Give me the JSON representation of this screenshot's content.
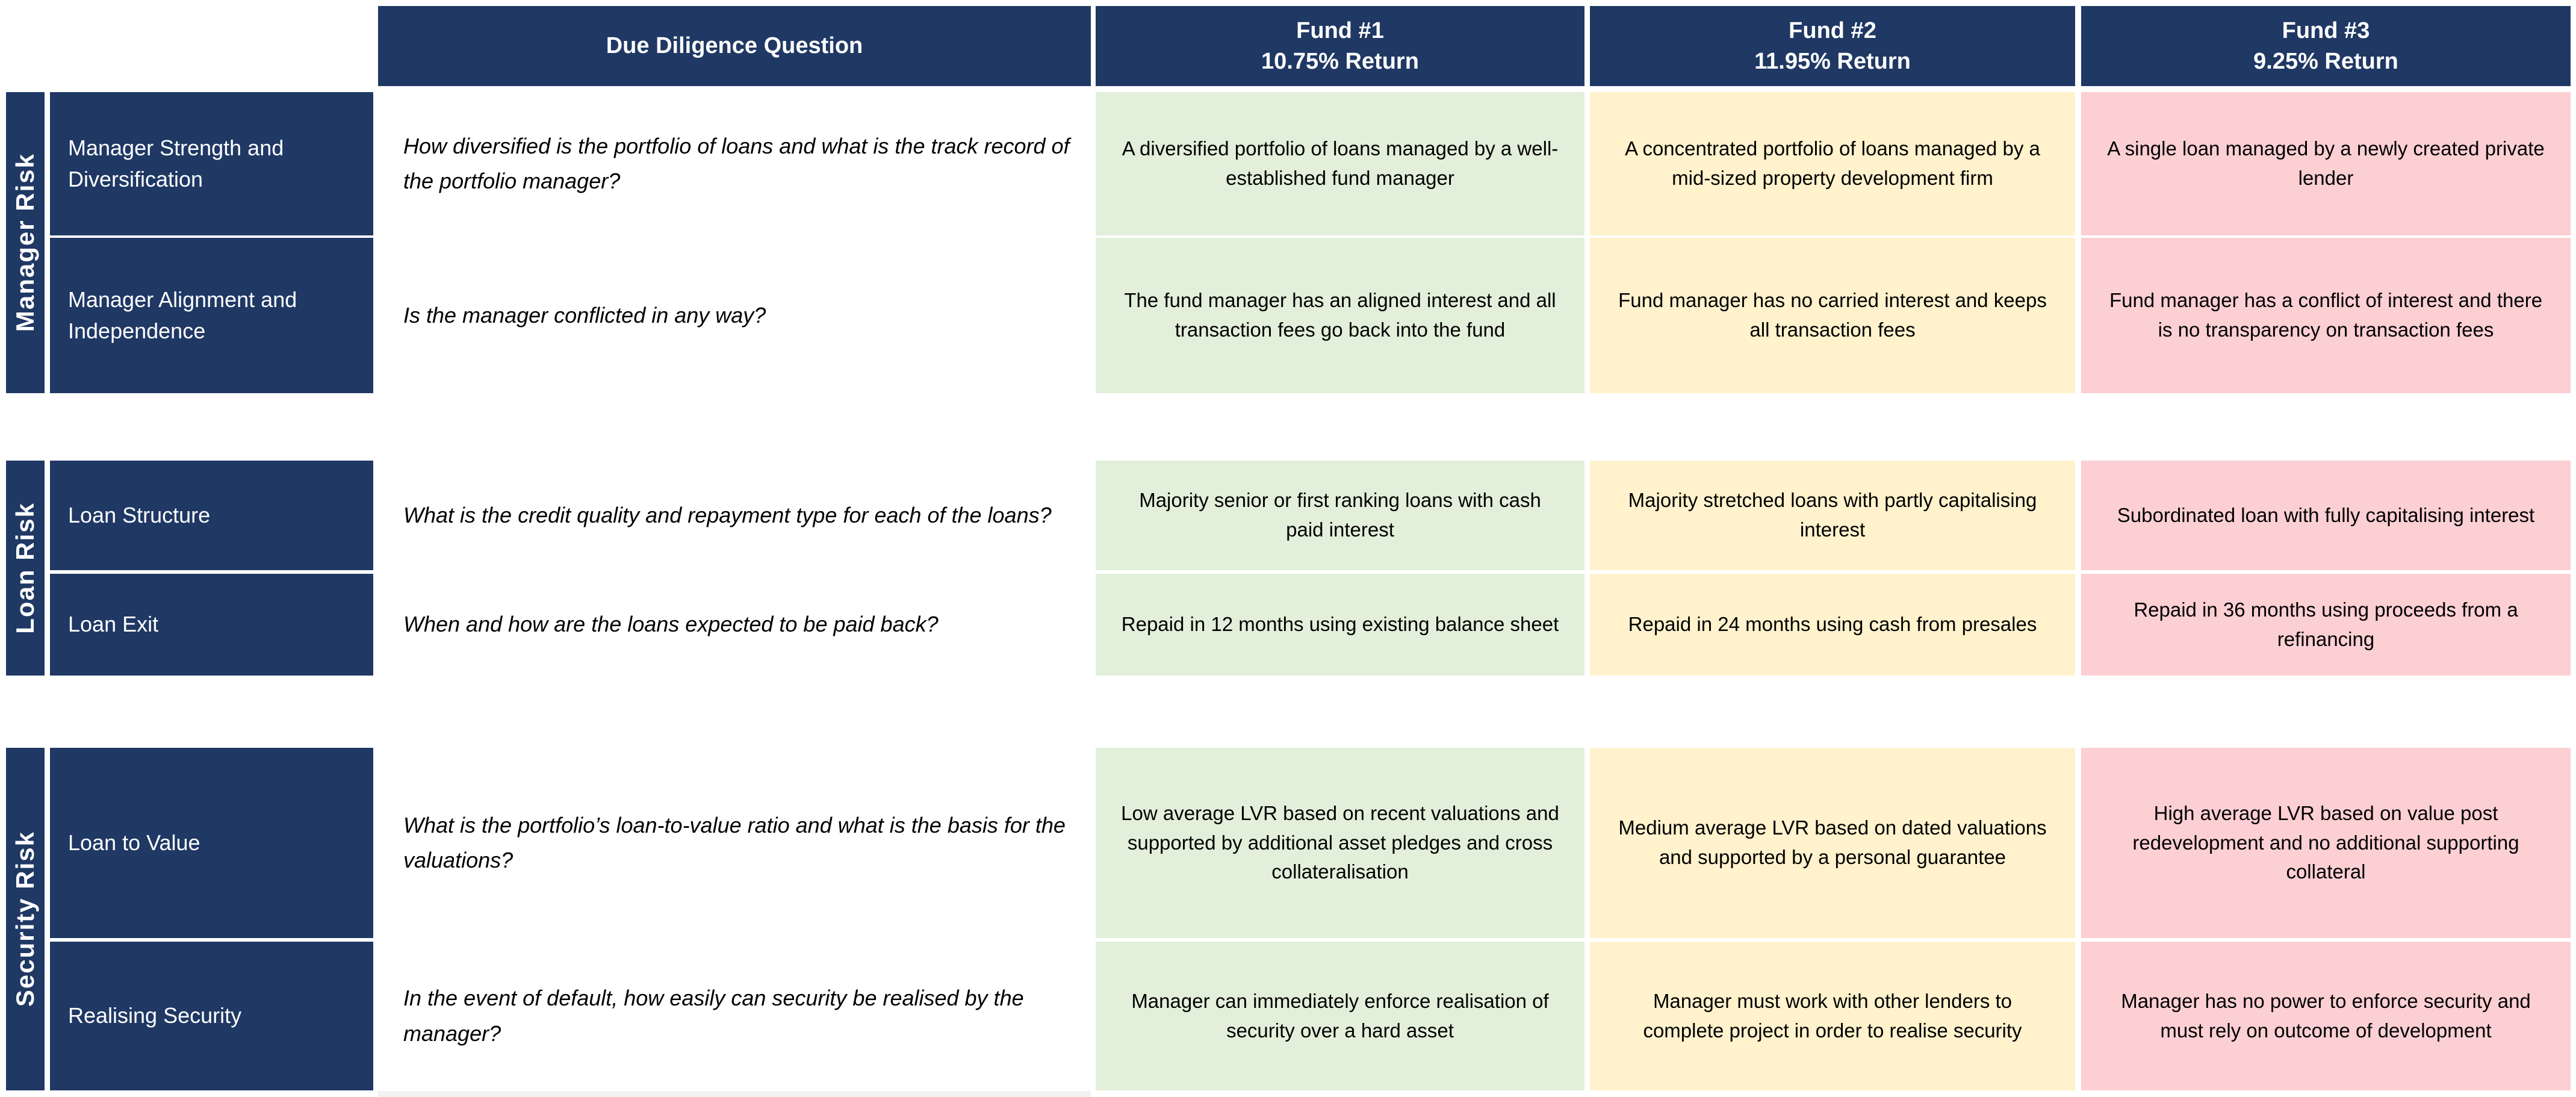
{
  "table": {
    "header": {
      "question_col": "Due Diligence Question",
      "funds": [
        {
          "name": "Fund #1",
          "return": "10.75% Return"
        },
        {
          "name": "Fund #2",
          "return": "11.95% Return"
        },
        {
          "name": "Fund #3",
          "return": "9.25% Return"
        }
      ]
    },
    "sections": [
      {
        "group": "Manager Risk",
        "rows": [
          {
            "label": "Manager Strength and Diversification",
            "question": "How diversified is the portfolio of loans and what is the track record of the portfolio manager?",
            "answers": [
              "A diversified portfolio of loans managed by a well-established fund manager",
              "A concentrated portfolio of loans managed by a mid-sized property development firm",
              "A single loan managed by a newly created private lender"
            ]
          },
          {
            "label": "Manager Alignment and Independence",
            "question": "Is the manager conflicted in any way?",
            "answers": [
              "The fund manager has an aligned interest and all transaction fees go back into the fund",
              "Fund manager has no carried interest and keeps all transaction fees",
              "Fund manager has a conflict of interest and there is no transparency on transaction fees"
            ]
          }
        ]
      },
      {
        "group": "Loan Risk",
        "rows": [
          {
            "label": "Loan Structure",
            "question": "What is the credit quality and repayment type for each of the loans?",
            "answers": [
              "Majority senior or first ranking loans with cash paid interest",
              "Majority stretched loans with partly capitalising interest",
              "Subordinated loan with fully capitalising interest"
            ]
          },
          {
            "label": "Loan Exit",
            "question": "When and how are the loans expected to be paid back?",
            "answers": [
              "Repaid in 12 months using existing balance sheet",
              "Repaid in 24 months using cash from presales",
              "Repaid in 36 months using proceeds from a refinancing"
            ]
          }
        ]
      },
      {
        "group": "Security Risk",
        "rows": [
          {
            "label": "Loan to Value",
            "question": "What is the portfolio’s loan-to-value ratio and what is the basis for the valuations?",
            "answers": [
              "Low average LVR based on recent valuations and supported by additional asset pledges and cross collateralisation",
              "Medium average LVR based on dated valuations and supported by a personal guarantee",
              "High average LVR based on value post redevelopment and no additional supporting collateral"
            ]
          },
          {
            "label": "Realising Security",
            "question": "In the event of default, how easily can security be realised by the manager?",
            "answers": [
              "Manager can immediately enforce realisation of security over a hard asset",
              "Manager must work with other lenders to complete project in order to realise security",
              "Manager has no power to enforce security and must rely on outcome of development"
            ]
          }
        ]
      }
    ],
    "colors": {
      "navy": "#1F3864",
      "fund1_bg": "#E2EFDA",
      "fund2_bg": "#FFF2CC",
      "fund3_bg": "#FCCFD3",
      "divider": "#FFFFFF",
      "cropped_row_fragment": "#F2F2F2"
    }
  }
}
